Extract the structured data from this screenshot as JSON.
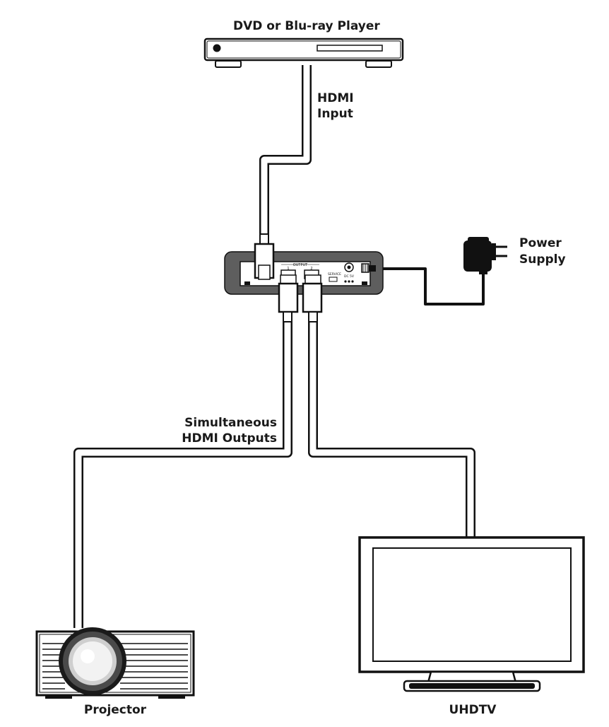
{
  "devices": {
    "source_label": "DVD or Blu-ray Player",
    "power_label_line1": "Power",
    "power_label_line2": "Supply",
    "projector_label": "Projector",
    "display_label": "UHDTV"
  },
  "connections": {
    "input_label_line1": "HDMI",
    "input_label_line2": "Input",
    "outputs_label_line1": "Simultaneous",
    "outputs_label_line2": "HDMI Outputs"
  },
  "splitter": {
    "output_group_label": "OUTPUT",
    "port1_label": "1",
    "port2_label": "2",
    "service_label": "SERVICE",
    "dc_label": "DC 5V"
  }
}
